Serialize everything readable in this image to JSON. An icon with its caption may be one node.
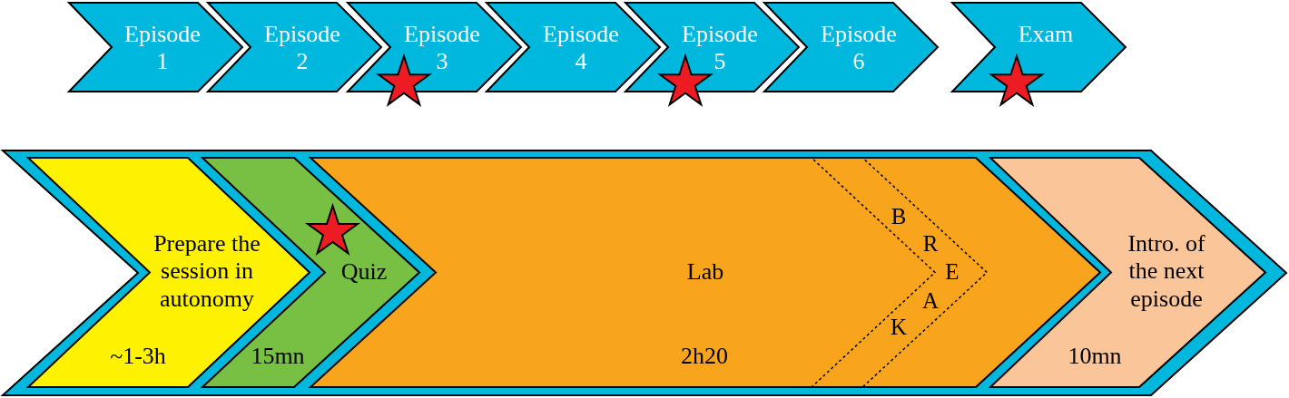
{
  "diagram": {
    "nodes": [
      {
        "text": [
          "Episode 1"
        ]
      },
      {
        "text": [
          "Episode 2"
        ]
      },
      {
        "text": [
          "Episode 3"
        ]
      },
      {
        "text": [],
        "shape": "star"
      },
      {
        "text": [
          "Episode 4"
        ]
      },
      {
        "text": [
          "Episode 5"
        ]
      },
      {
        "text": [],
        "shape": "star"
      },
      {
        "text": [
          "Episode 6"
        ]
      },
      {
        "text": [
          "Exam"
        ]
      },
      {
        "text": [],
        "shape": "star"
      },
      {
        "text": [],
        "shape": "chevron"
      },
      {
        "text": [
          "Prepare the session in autonomy",
          "~1-3h"
        ],
        "in": 10
      },
      {
        "text": [
          "Quiz",
          "15mn"
        ],
        "in": 10
      },
      {
        "text": [],
        "shape": "star",
        "in": 12
      },
      {
        "text": [
          "Lab",
          "2h20"
        ],
        "in": 10
      },
      {
        "text": [
          "B R E A K"
        ],
        "in": 14
      },
      {
        "text": [
          "Intro. of the next episode",
          "10mn"
        ],
        "in": 10
      }
    ]
  }
}
